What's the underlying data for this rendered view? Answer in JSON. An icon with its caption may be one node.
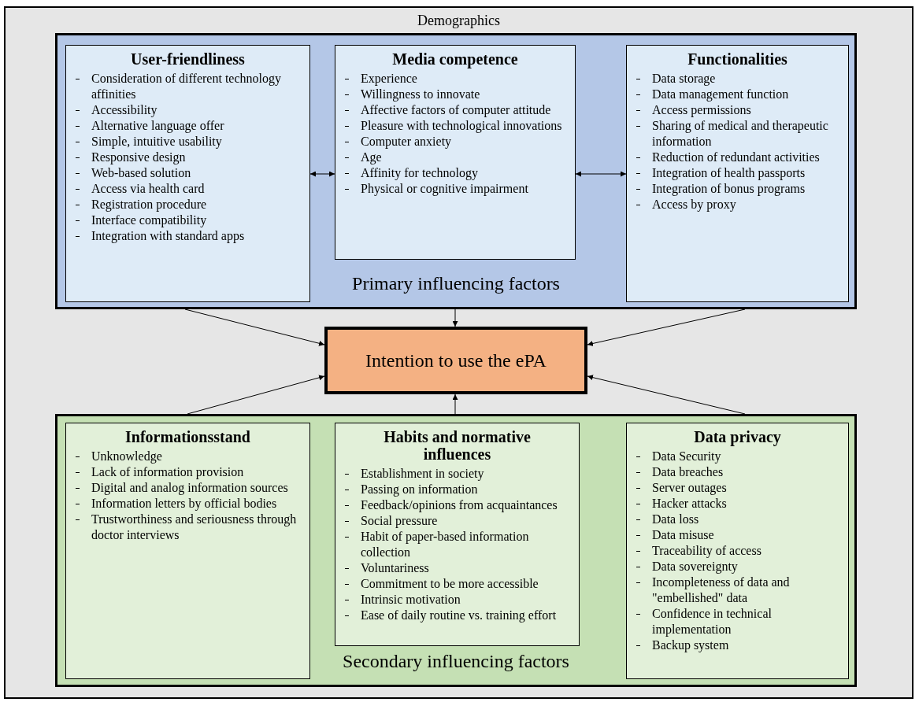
{
  "diagram": {
    "nodes": [
      {
        "text": [
          "Demographics"
        ]
      },
      {
        "text": [
          "Primary influencing factors"
        ],
        "in": 0
      },
      {
        "text": [
          "User-friendliness",
          "Consideration of different technology affinities",
          "Accessibility",
          "Alternative language offer",
          "Simple, intuitive usability",
          "Responsive design",
          "Web-based solution",
          "Access via health card",
          "Registration procedure",
          "Interface compatibility",
          "Integration with standard apps"
        ],
        "in": 1
      },
      {
        "text": [
          "Media competence",
          "Experience",
          "Willingness to innovate",
          "Affective factors of computer attitude",
          "Pleasure with technological innovations",
          "Computer anxiety",
          "Age",
          "Affinity for technology",
          "Physical or cognitive impairment"
        ],
        "in": 1
      },
      {
        "text": [
          "Functionalities",
          "Data storage",
          "Data management function",
          "Access permissions",
          "Sharing of medical and therapeutic information",
          "Reduction of redundant activities",
          "Integration of health passports",
          "Integration of bonus programs",
          "Access by proxy"
        ],
        "in": 1
      },
      {
        "text": [
          "Intention to use the ePA"
        ],
        "in": 0
      },
      {
        "text": [
          "Secondary influencing factors"
        ],
        "in": 0
      },
      {
        "text": [
          "Informationsstand",
          "Unknowledge",
          "Lack of information provision",
          "Digital and analog information sources",
          "Information letters by official bodies",
          "Trustworthiness and seriousness through doctor interviews"
        ],
        "in": 6
      },
      {
        "text": [
          "Habits and normative influences",
          "Establishment in society",
          "Passing on information",
          "Feedback/opinions from acquaintances",
          "Social pressure",
          "Habit of paper-based information collection",
          "Voluntariness",
          "Commitment to be more accessible",
          "Intrinsic motivation",
          "Ease of daily routine vs. training effort"
        ],
        "in": 6
      },
      {
        "text": [
          "Data privacy",
          "Data Security",
          "Data breaches",
          "Server outages",
          "Hacker attacks",
          "Data loss",
          "Data misuse",
          "Traceability of access",
          "Data sovereignty",
          "Incompleteness of data and \"embellished\" data",
          "Confidence in technical implementation",
          "Backup system"
        ],
        "in": 6
      }
    ],
    "edges": [
      {
        "from": 2,
        "to": 3,
        "arrow": "both"
      },
      {
        "from": 3,
        "to": 4,
        "arrow": "both"
      },
      {
        "from": 1,
        "to": 5,
        "arrow": "to"
      },
      {
        "from": 1,
        "to": 5,
        "arrow": "to"
      },
      {
        "from": 1,
        "to": 5,
        "arrow": "to"
      },
      {
        "from": 6,
        "to": 5,
        "arrow": "to"
      },
      {
        "from": 6,
        "to": 5,
        "arrow": "to"
      },
      {
        "from": 6,
        "to": 5,
        "arrow": "to"
      }
    ]
  }
}
